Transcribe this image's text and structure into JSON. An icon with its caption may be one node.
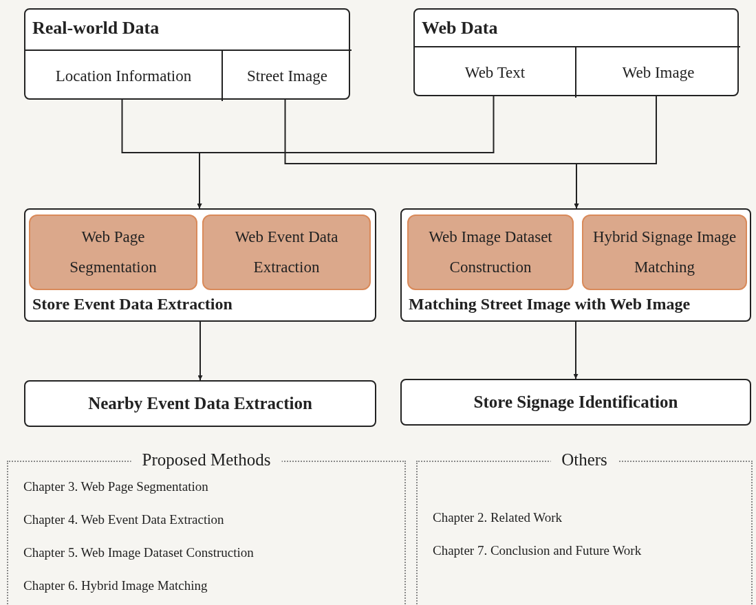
{
  "diagram": {
    "nodes": [
      {
        "text": [
          "Real-world Data"
        ]
      },
      {
        "text": [
          "Location Information"
        ],
        "in": 0
      },
      {
        "text": [
          "Street Image"
        ],
        "in": 0
      },
      {
        "text": [
          "Web Data"
        ]
      },
      {
        "text": [
          "Web Text"
        ],
        "in": 3
      },
      {
        "text": [
          "Web Image"
        ],
        "in": 3
      },
      {
        "text": [
          "Store Event Data Extraction"
        ]
      },
      {
        "text": [
          "Web Page Segmentation"
        ],
        "in": 6
      },
      {
        "text": [
          "Web Event Data Extraction"
        ],
        "in": 6
      },
      {
        "text": [
          "Matching Street Image with Web Image"
        ]
      },
      {
        "text": [
          "Web Image Dataset Construction"
        ],
        "in": 9
      },
      {
        "text": [
          "Hybrid Signage Image Matching"
        ],
        "in": 9
      },
      {
        "text": [
          "Nearby Event Data Extraction"
        ]
      },
      {
        "text": [
          "Store Signage Identification"
        ]
      },
      {
        "text": [
          "Proposed Methods",
          "Chapter 3. Web Page Segmentation",
          "Chapter 4. Web Event Data Extraction",
          "Chapter 5. Web Image Dataset Construction",
          "Chapter 6. Hybrid Image Matching"
        ]
      },
      {
        "text": [
          "Others",
          "Chapter 2. Related Work",
          "Chapter 7. Conclusion and Future Work"
        ]
      }
    ],
    "edges": [
      {
        "from": 1,
        "to": 6,
        "arrow": "to"
      },
      {
        "from": 4,
        "to": 6,
        "arrow": "to"
      },
      {
        "from": 2,
        "to": 9,
        "arrow": "to"
      },
      {
        "from": 5,
        "to": 9,
        "arrow": "to"
      },
      {
        "from": 6,
        "to": 12,
        "arrow": "to"
      },
      {
        "from": 9,
        "to": 13,
        "arrow": "to"
      }
    ]
  }
}
